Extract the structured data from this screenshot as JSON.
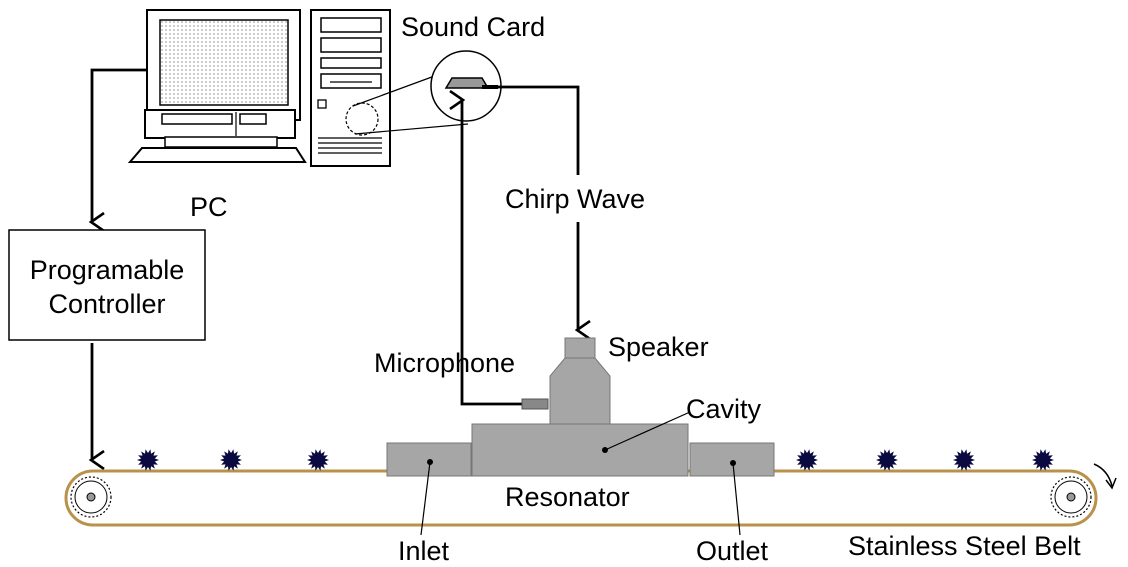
{
  "labels": {
    "sound_card": "Sound Card",
    "pc": "PC",
    "chirp_wave": "Chirp Wave",
    "controller_line1": "Programable",
    "controller_line2": "Controller",
    "microphone": "Microphone",
    "speaker": "Speaker",
    "cavity": "Cavity",
    "resonator": "Resonator",
    "inlet": "Inlet",
    "outlet": "Outlet",
    "belt": "Stainless Steel Belt"
  },
  "colors": {
    "belt": "#b8924a",
    "block": "#a6a6a6",
    "particle": "#0a0a40",
    "line": "#000000",
    "screen_dots": "#d0d0d0"
  },
  "icons": {
    "computer": "desktop-computer-icon",
    "tower": "pc-tower-icon",
    "sound_card": "sound-card-icon",
    "pulley": "gear-pulley-icon",
    "rotation": "rotation-arrow-icon"
  }
}
